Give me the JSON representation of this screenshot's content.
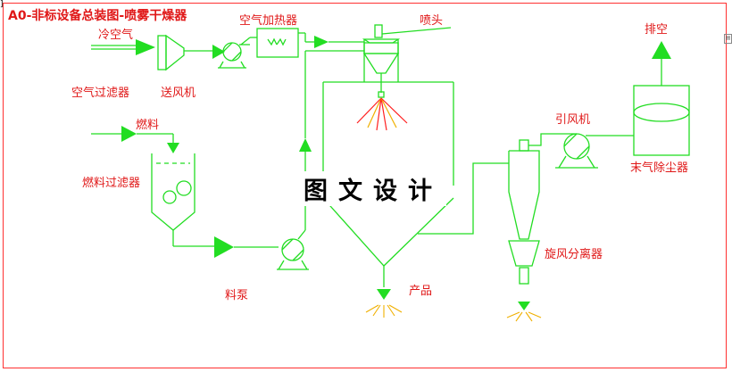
{
  "title": "A0-非标设备总装图-喷雾干燥器",
  "labels": {
    "cold_air": "冷空气",
    "air_filter": "空气过滤器",
    "blower": "送风机",
    "air_heater": "空气加热器",
    "nozzle": "喷头",
    "exhaust": "排空",
    "induced_fan": "引风机",
    "tail_dust_remover": "末气除尘器",
    "fuel": "燃料",
    "fuel_filter": "燃料过滤器",
    "cyclone": "旋风分离器",
    "product": "产品",
    "feed_pump": "料泵"
  },
  "watermark": "图文设计",
  "colors": {
    "line": "#22dd22",
    "arrow": "#22dd22",
    "text": "#e01818",
    "spray": "#f0b000",
    "spray_red": "#ff2020"
  }
}
